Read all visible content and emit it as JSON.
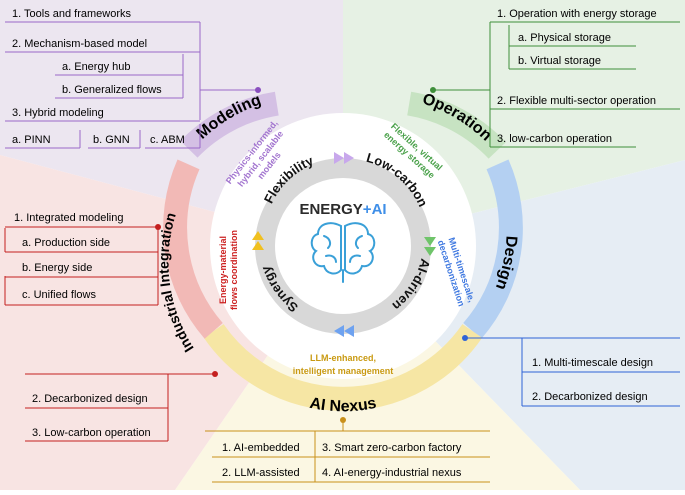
{
  "center": {
    "title_left": "ENERGY",
    "title_plus": "+",
    "title_right": "AI"
  },
  "inner_ring": [
    "Flexibility",
    "Low-carbon",
    "AI-driven",
    "Synergy"
  ],
  "middle_ring": {
    "modeling": [
      "Physics-informed,",
      "hybrid, scalable",
      "models"
    ],
    "operation": [
      "Flexible,  virtual",
      "energy storage"
    ],
    "design": [
      "Multi-timescale,",
      "decarbonization"
    ],
    "ai_nexus": [
      "LLM-enhanced,",
      "intelligent management"
    ],
    "industrial": [
      "Energy-material",
      "flows coordination"
    ]
  },
  "outer_ring": {
    "modeling": "Modeling",
    "operation": "Operation",
    "design": "Design",
    "ai_nexus": "AI Nexus",
    "industrial": "Industrial Integration"
  },
  "modeling_items": {
    "i1": "1. Tools and frameworks",
    "i2": "2. Mechanism-based model",
    "i2a": "a. Energy hub",
    "i2b": "b. Generalized  flows",
    "i3": "3. Hybrid modeling",
    "i3a": "a. PINN",
    "i3b": "b. GNN",
    "i3c": "c. ABM"
  },
  "operation_items": {
    "i1": "1. Operation with energy storage",
    "i1a": "a. Physical storage",
    "i1b": "b. Virtual storage",
    "i2": "2. Flexible multi-sector operation",
    "i3": "3. low-carbon operation"
  },
  "industrial_items": {
    "i1": "1. Integrated modeling",
    "i1a": "a. Production side",
    "i1b": "b. Energy side",
    "i1c": "c. Unified flows",
    "i2": "2.  Decarbonized design",
    "i3": "3. Low-carbon operation"
  },
  "design_items": {
    "i1": "1. Multi-timescale design",
    "i2": "2. Decarbonized design"
  },
  "ai_nexus_items": {
    "i1": "1. AI-embedded",
    "i2": "2. LLM-assisted",
    "i3": "3. Smart zero-carbon factory",
    "i4": "4. AI-energy-industrial nexus"
  },
  "colors": {
    "modeling": "#8a4fbf",
    "operation": "#3f8f3a",
    "design": "#2f63d6",
    "ai_nexus": "#c9901a",
    "industrial": "#c41f1f"
  }
}
